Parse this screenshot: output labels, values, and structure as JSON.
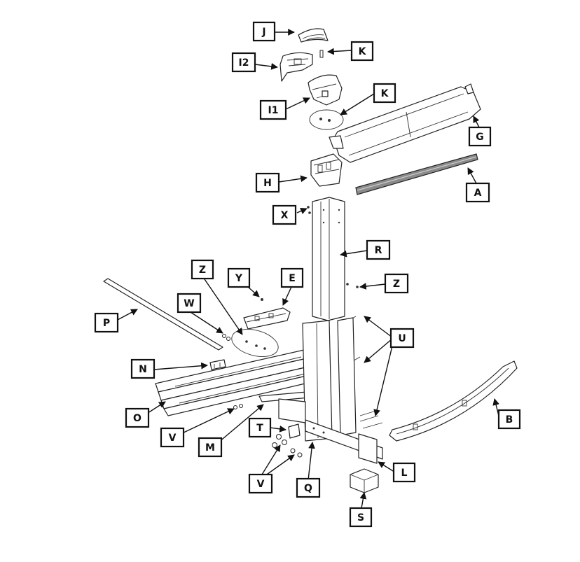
{
  "labels": {
    "J": "J",
    "K_top": "K",
    "I2": "I2",
    "K_mid": "K",
    "I1": "I1",
    "G": "G",
    "H": "H",
    "A": "A",
    "X": "X",
    "R": "R",
    "Z_right": "Z",
    "Y": "Y",
    "E": "E",
    "Z_left": "Z",
    "W": "W",
    "P": "P",
    "U": "U",
    "N": "N",
    "O": "O",
    "B": "B",
    "T": "T",
    "V_left": "V",
    "M": "M",
    "L": "L",
    "V_bottom": "V",
    "Q": "Q",
    "S": "S"
  },
  "colors": {
    "line": "#111111",
    "fill": "#ffffff",
    "bar": "#555555"
  }
}
